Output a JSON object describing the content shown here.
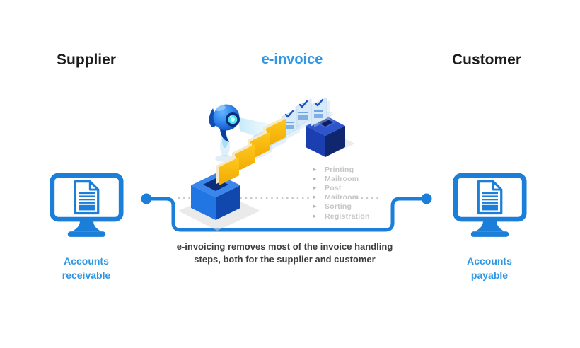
{
  "headings": {
    "supplier": "Supplier",
    "center": "e-invoice",
    "customer": "Customer"
  },
  "monitors": {
    "left_label": "Accounts receivable",
    "right_label": "Accounts payable"
  },
  "steps": [
    "Printing",
    "Mailroom",
    "Post",
    "Mailroom",
    "Sorting",
    "Registration"
  ],
  "caption": {
    "line1": "e-invoicing removes most of the invoice handling",
    "line2": "steps, both for the supplier and customer"
  },
  "icons": {
    "step_bullet": "►",
    "left_monitor": "monitor-with-invoice-document",
    "right_monitor": "monitor-with-invoice-document",
    "center_illustration": "robot-scanning-invoices-from-outbox-to-inbox"
  },
  "colors": {
    "accent_blue": "#1b7ed8",
    "heading_blue": "#2e97e8",
    "label_blue": "#2e96e2",
    "step_gray": "#c6c6c6",
    "caption_gray": "#3e3e3e",
    "folder_yellow": "#f8b70d",
    "box_bright_blue": "#2176e3",
    "box_navy": "#1b3fb0",
    "dotted_gray": "#c9c9c9"
  }
}
